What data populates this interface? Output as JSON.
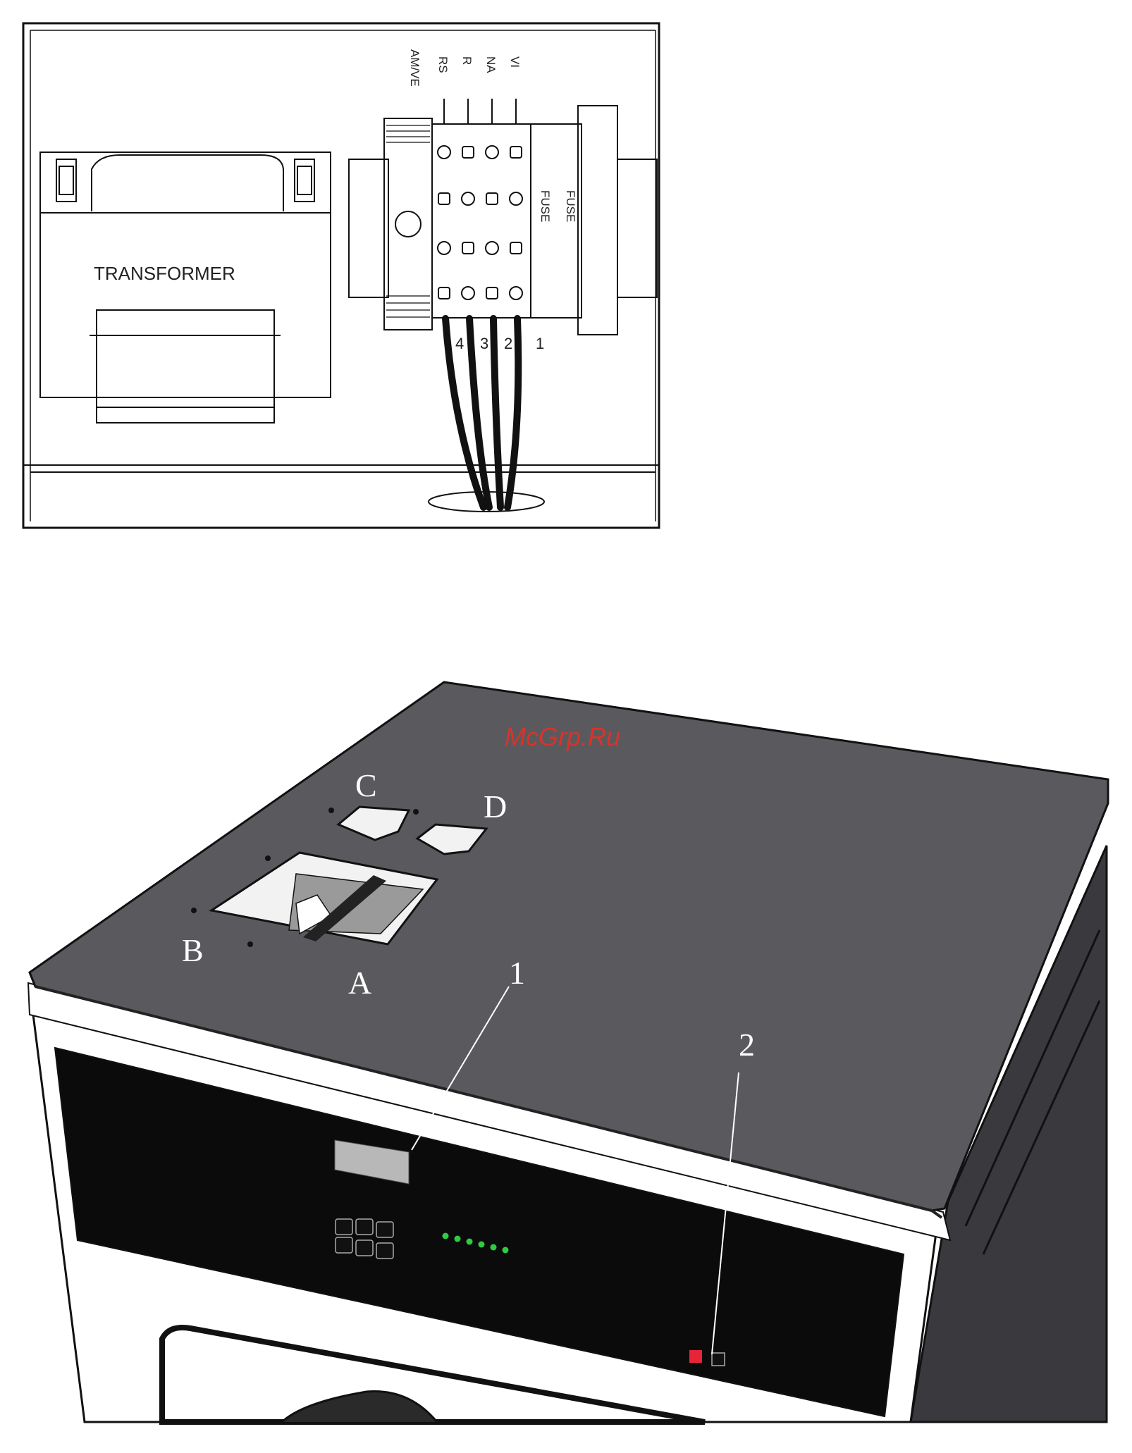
{
  "wiring_diagram": {
    "transformer_label": "TRANSFORMER",
    "terminal_label": "AM/VE",
    "wire_labels": [
      "RS",
      "R",
      "NA",
      "VI"
    ],
    "fuse_labels": [
      "FUSE",
      "FUSE"
    ],
    "terminal_numbers": [
      "4",
      "3",
      "2",
      "1"
    ]
  },
  "machine_view": {
    "watermark": "McGrp.Ru",
    "opening_labels": [
      "A",
      "B",
      "C",
      "D"
    ],
    "callouts": [
      "1",
      "2"
    ],
    "led_color": "#2ecc40",
    "switch_color": "#e8243a",
    "panel_color": "#5a5a5e"
  }
}
